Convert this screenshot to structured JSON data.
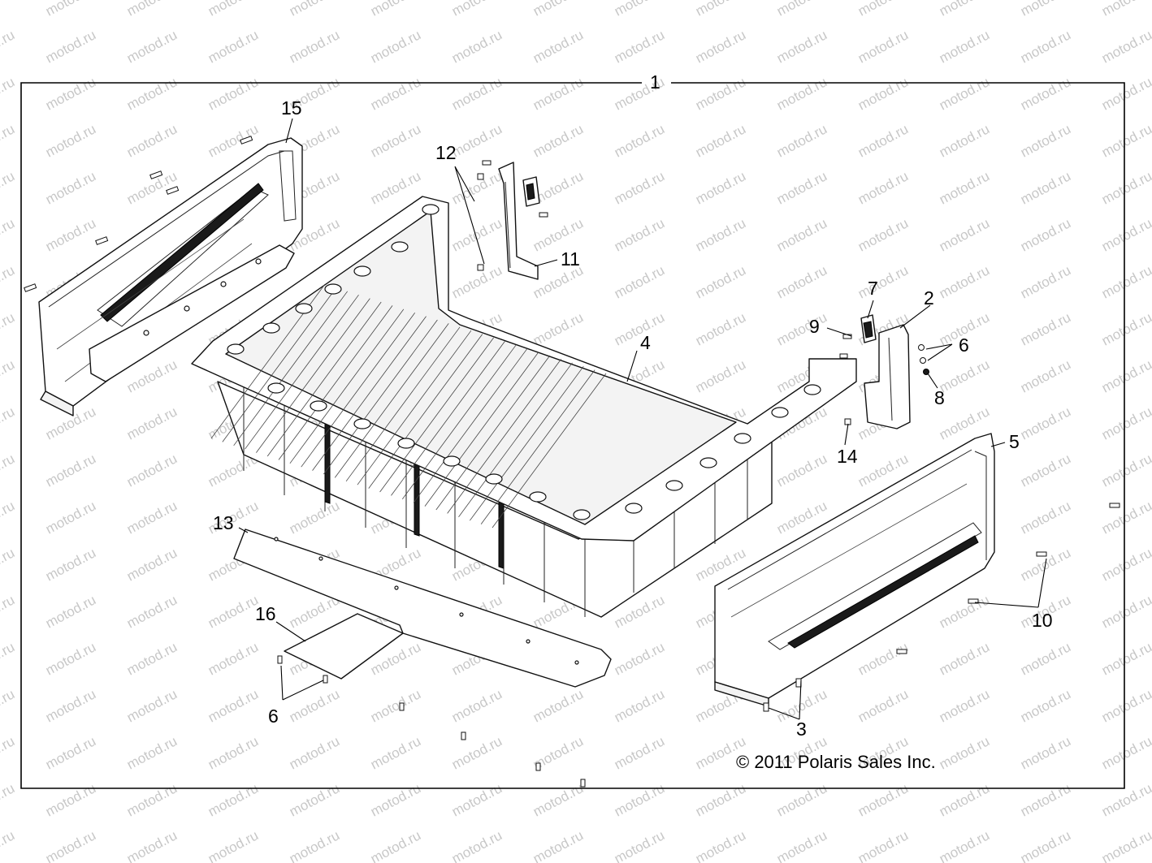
{
  "diagram": {
    "callouts": {
      "c1": "1",
      "c2": "2",
      "c3": "3",
      "c4": "4",
      "c5": "5",
      "c6a": "6",
      "c6b": "6",
      "c7": "7",
      "c8": "8",
      "c9": "9",
      "c10": "10",
      "c11": "11",
      "c12": "12",
      "c13": "13",
      "c14": "14",
      "c15": "15",
      "c16": "16"
    },
    "copyright": "© 2011 Polaris Sales Inc.",
    "watermark": "motod.ru"
  }
}
